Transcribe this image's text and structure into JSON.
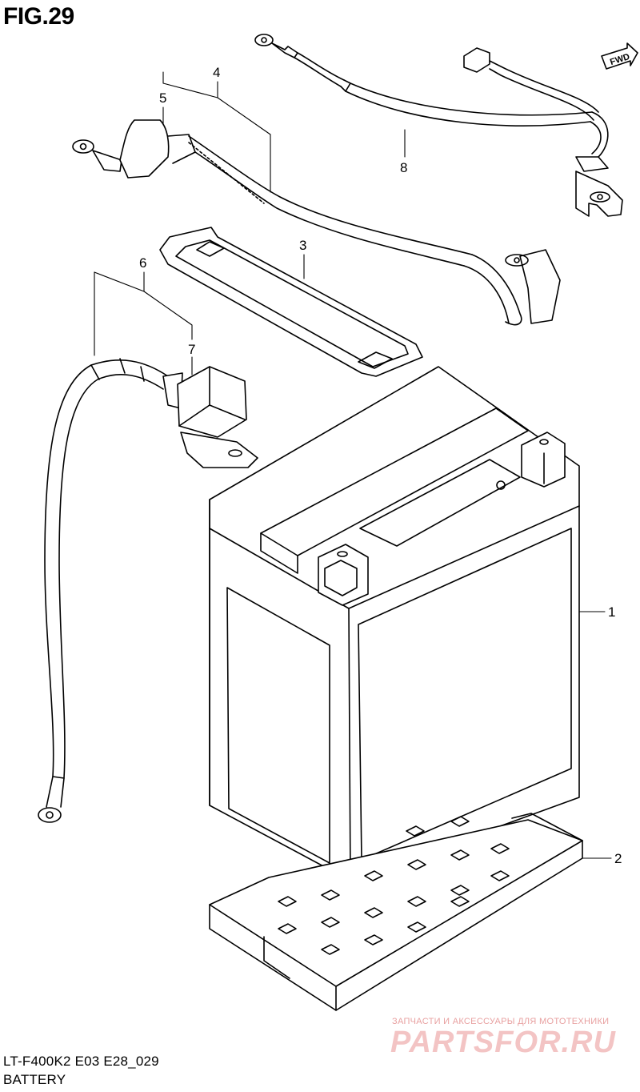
{
  "figure": {
    "title": "FIG.29"
  },
  "forward_marker": {
    "label": "FWD"
  },
  "callouts": [
    {
      "id": "1",
      "label": "1"
    },
    {
      "id": "2",
      "label": "2"
    },
    {
      "id": "3",
      "label": "3"
    },
    {
      "id": "4",
      "label": "4"
    },
    {
      "id": "5",
      "label": "5"
    },
    {
      "id": "6",
      "label": "6"
    },
    {
      "id": "7",
      "label": "7"
    },
    {
      "id": "8",
      "label": "8"
    }
  ],
  "footer": {
    "model_code": "LT-F400K2 E03 E28_029",
    "section": "BATTERY"
  },
  "watermark": {
    "tagline": "ЗАПЧАСТИ И АКСЕССУАРЫ ДЛЯ МОТОТЕХНИКИ",
    "site": "PARTSFOR.RU"
  },
  "colors": {
    "line": "#000000",
    "watermark": "#f3c4c4"
  }
}
